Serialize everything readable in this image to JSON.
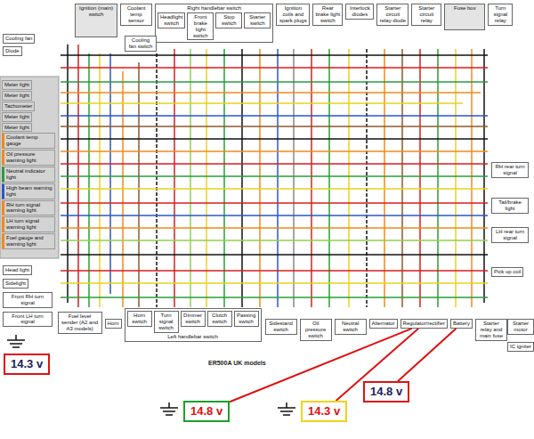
{
  "diagram": {
    "caption": "ER500A UK models",
    "nodes": [
      {
        "text": [
          "Ignition (main) switch"
        ]
      },
      {
        "text": [
          "Coolant temp sensor"
        ]
      },
      {
        "text": [
          "Right handlebar switch"
        ]
      },
      {
        "text": [
          "Headlight switch"
        ],
        "in": 2
      },
      {
        "text": [
          "Front brake light switch"
        ],
        "in": 2
      },
      {
        "text": [
          "Stop switch"
        ],
        "in": 2
      },
      {
        "text": [
          "Starter switch"
        ],
        "in": 2
      },
      {
        "text": [
          "Ignition coils and spark plugs"
        ]
      },
      {
        "text": [
          "Rear brake light switch"
        ]
      },
      {
        "text": [
          "Interlock diodes"
        ]
      },
      {
        "text": [
          "Starter circuit relay diode"
        ]
      },
      {
        "text": [
          "Starter circuit relay"
        ]
      },
      {
        "text": [
          "Fuse box"
        ]
      },
      {
        "text": [
          "Turn signal relay"
        ]
      },
      {
        "text": [
          "Cooling fan"
        ]
      },
      {
        "text": [
          "Diode"
        ]
      },
      {
        "text": [
          "Cooling fan switch"
        ]
      },
      {
        "text": [
          "Meter light"
        ]
      },
      {
        "text": [
          "Meter light"
        ]
      },
      {
        "text": [
          "Tachometer"
        ]
      },
      {
        "text": [
          "Meter light"
        ]
      },
      {
        "text": [
          "Meter light"
        ]
      },
      {
        "text": [
          "Coolant temp gauge"
        ]
      },
      {
        "text": [
          "Oil pressure warning light"
        ]
      },
      {
        "text": [
          "Neutral indicator light"
        ]
      },
      {
        "text": [
          "High beam warning light"
        ]
      },
      {
        "text": [
          "RH turn signal warning light"
        ]
      },
      {
        "text": [
          "LH turn signal warning light"
        ]
      },
      {
        "text": [
          "Fuel gauge and warning light"
        ]
      },
      {
        "text": [
          "Head light"
        ]
      },
      {
        "text": [
          "Sidelight"
        ]
      },
      {
        "text": [
          "Front RH turn signal"
        ]
      },
      {
        "text": [
          "Front LH turn signal"
        ]
      },
      {
        "text": [
          "RH rear turn signal"
        ]
      },
      {
        "text": [
          "Tail/brake light"
        ]
      },
      {
        "text": [
          "LH rear turn signal"
        ]
      },
      {
        "text": [
          "Pick up coil"
        ]
      },
      {
        "text": [
          "14.3 v"
        ]
      },
      {
        "text": [
          "Fuel level sender (A2 and A3 models)"
        ]
      },
      {
        "text": [
          "Horn"
        ]
      },
      {
        "text": [
          "Left handlebar switch"
        ]
      },
      {
        "text": [
          "Horn switch"
        ],
        "in": 40
      },
      {
        "text": [
          "Turn signal switch"
        ],
        "in": 40
      },
      {
        "text": [
          "Dimmer switch"
        ],
        "in": 40
      },
      {
        "text": [
          "Clutch switch"
        ],
        "in": 40
      },
      {
        "text": [
          "Passing switch"
        ],
        "in": 40
      },
      {
        "text": [
          "Sidestand switch"
        ]
      },
      {
        "text": [
          "Oil pressure switch"
        ]
      },
      {
        "text": [
          "Neutral switch"
        ]
      },
      {
        "text": [
          "Alternator"
        ]
      },
      {
        "text": [
          "Regulator/rectifier"
        ]
      },
      {
        "text": [
          "Battery"
        ]
      },
      {
        "text": [
          "Starter relay and main fuse"
        ]
      },
      {
        "text": [
          "Starter motor"
        ]
      },
      {
        "text": [
          "IC igniter"
        ]
      },
      {
        "text": [
          "14.8 v"
        ]
      },
      {
        "text": [
          "14.3 v"
        ]
      },
      {
        "text": [
          "14.8 v"
        ]
      }
    ],
    "edges": [
      {
        "from": 55,
        "to": 50,
        "arrow": "none"
      },
      {
        "from": 56,
        "to": 50,
        "arrow": "none"
      },
      {
        "from": 57,
        "to": 51,
        "arrow": "none"
      }
    ]
  }
}
